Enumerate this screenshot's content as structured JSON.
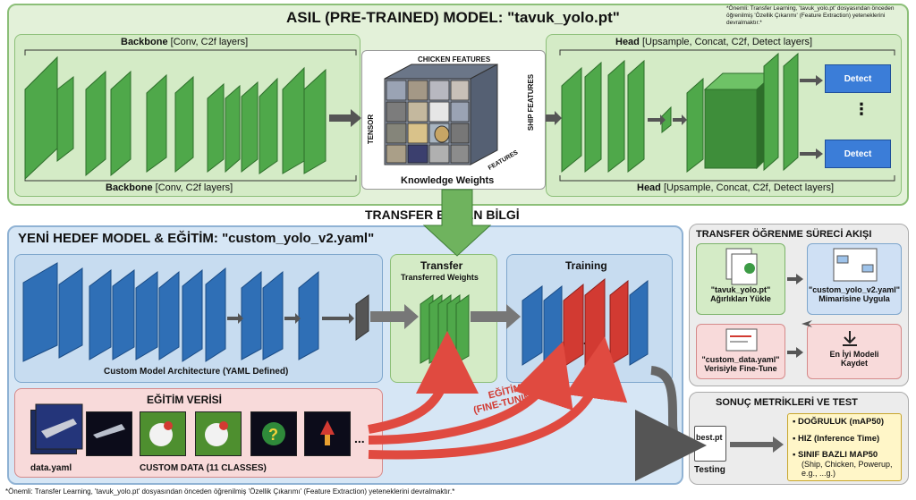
{
  "top": {
    "title": "ASIL (PRE-TRAINED) MODEL: \"tavuk_yolo.pt\"",
    "note": "*Önemli: Transfer Learning, 'tavuk_yolo.pt' dosyasından önceden öğrenilmiş 'Özellik Çıkarımı' (Feature Extraction) yeteneklerini devralmaktır.*",
    "backbone_top_bold": "Backbone",
    "backbone_top_rest": " [Conv, C2f layers]",
    "backbone_bottom_bold": "Backbone",
    "backbone_bottom_rest": " [Conv, C2f layers]",
    "head_top_bold": "Head",
    "head_top_rest": " [Upsample, Concat, C2f, Detect layers]",
    "head_bottom_bold": "Head",
    "head_bottom_rest": " [Upsample, Concat, C2f, Detect layers]",
    "cube_top": "CHICKEN FEATURES",
    "cube_left": "TENSOR",
    "cube_right": "SHIP FEATURES",
    "cube_features": "FEATURES",
    "knowledge": "Knowledge Weights",
    "detect1": "Detect",
    "detect2": "Detect",
    "dots": "⋮"
  },
  "transfer_label": "TRANSFER EDİLEN BİLGİ",
  "target": {
    "title": "YENİ HEDEF MODEL & EĞİTİM: \"custom_yolo_v2.yaml\"",
    "arch_label": "Custom Model Architecture (YAML Defined)",
    "transfer_title": "Transfer",
    "transfer_sub": "Transferred Weights",
    "training_title": "Training",
    "training_dots": "...",
    "fine_tune": "EĞİTİM\n(FINE-TUNING)"
  },
  "data": {
    "title": "EĞİTİM VERİSİ",
    "yaml_label": "data.yaml",
    "custom_label": "CUSTOM DATA (11 CLASSES)",
    "more": "..."
  },
  "process": {
    "title": "TRANSFER ÖĞRENME SÜRECİ AKIŞI",
    "step1_a": "\"tavuk_yolo.pt\"",
    "step1_b": "Ağırlıkları Yükle",
    "step2_a": "\"custom_yolo_v2.yaml\"",
    "step2_b": "Mimarisine Uygula",
    "step3_a": "\"custom_data.yaml\"",
    "step3_b": "Verisiyle Fine-Tune",
    "step4_a": "En İyi Modeli",
    "step4_b": "Kaydet"
  },
  "results": {
    "title": "SONUÇ METRİKLERİ VE TEST",
    "file": "best.pt",
    "testing": "Testing",
    "m1": "DOĞRULUK (mAP50)",
    "m2": "HIZ (Inference Time)",
    "m3": "SINIF BAZLI MAP50",
    "m3_sub": "(Ship, Chicken, Powerup, e.g., ...g.)"
  },
  "footnote": "*Önemli: Transfer Learning, 'tavuk_yolo.pt' dosyasından önceden öğrenilmiş 'Özellik Çıkarımı' (Feature Extraction) yeteneklerini devralmaktır.*",
  "colors": {
    "green_panel": "#e3f1d9",
    "green_border": "#7cb36a",
    "green_layer": "#4fa84a",
    "blue_panel": "#d6e6f5",
    "blue_border": "#7ea6cc",
    "blue_layer": "#2f6fb6",
    "red_layer": "#d23a32",
    "pink_panel": "#f8dada",
    "gray_panel": "#ececec"
  }
}
